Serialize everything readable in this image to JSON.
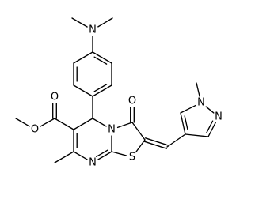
{
  "molecule": {
    "atoms": [
      {
        "id": "n_nme2",
        "element": "N",
        "label": "N"
      },
      {
        "id": "c_me_a",
        "element": "C",
        "label": ""
      },
      {
        "id": "c_me_b",
        "element": "C",
        "label": ""
      },
      {
        "id": "c_ar1",
        "element": "C",
        "label": ""
      },
      {
        "id": "c_ar2",
        "element": "C",
        "label": ""
      },
      {
        "id": "c_ar3",
        "element": "C",
        "label": ""
      },
      {
        "id": "c_ar4",
        "element": "C",
        "label": ""
      },
      {
        "id": "c_ar5",
        "element": "C",
        "label": ""
      },
      {
        "id": "c_ar6",
        "element": "C",
        "label": ""
      },
      {
        "id": "c5",
        "element": "C",
        "label": ""
      },
      {
        "id": "c6",
        "element": "C",
        "label": ""
      },
      {
        "id": "c_ester",
        "element": "C",
        "label": ""
      },
      {
        "id": "o_carbonyl_ester",
        "element": "O",
        "label": "O"
      },
      {
        "id": "o_ether",
        "element": "O",
        "label": "O"
      },
      {
        "id": "c_ome",
        "element": "C",
        "label": ""
      },
      {
        "id": "c7",
        "element": "C",
        "label": ""
      },
      {
        "id": "c_me7",
        "element": "C",
        "label": ""
      },
      {
        "id": "n8",
        "element": "N",
        "label": "N"
      },
      {
        "id": "c8a",
        "element": "C",
        "label": ""
      },
      {
        "id": "n4",
        "element": "N",
        "label": "N"
      },
      {
        "id": "c3",
        "element": "C",
        "label": ""
      },
      {
        "id": "o3",
        "element": "O",
        "label": "O"
      },
      {
        "id": "c2",
        "element": "C",
        "label": ""
      },
      {
        "id": "s1",
        "element": "S",
        "label": "S"
      },
      {
        "id": "c_exo",
        "element": "C",
        "label": ""
      },
      {
        "id": "c_pz4",
        "element": "C",
        "label": ""
      },
      {
        "id": "c_pz5",
        "element": "C",
        "label": ""
      },
      {
        "id": "n_pz1",
        "element": "N",
        "label": "N"
      },
      {
        "id": "c_nme",
        "element": "C",
        "label": ""
      },
      {
        "id": "n_pz2",
        "element": "N",
        "label": "N"
      },
      {
        "id": "c_pz3",
        "element": "C",
        "label": ""
      }
    ],
    "bonds": [
      {
        "a": "c_me_a",
        "b": "n_nme2",
        "order": 1
      },
      {
        "a": "n_nme2",
        "b": "c_me_b",
        "order": 1
      },
      {
        "a": "n_nme2",
        "b": "c_ar1",
        "order": 1
      },
      {
        "a": "c_ar1",
        "b": "c_ar2",
        "order": 1
      },
      {
        "a": "c_ar2",
        "b": "c_ar3",
        "order": 2
      },
      {
        "a": "c_ar3",
        "b": "c_ar4",
        "order": 1
      },
      {
        "a": "c_ar4",
        "b": "c_ar5",
        "order": 2
      },
      {
        "a": "c_ar5",
        "b": "c_ar6",
        "order": 1
      },
      {
        "a": "c_ar6",
        "b": "c_ar1",
        "order": 2
      },
      {
        "a": "c_ar4",
        "b": "c5",
        "order": 1
      },
      {
        "a": "c5",
        "b": "c6",
        "order": 1
      },
      {
        "a": "c5",
        "b": "n4",
        "order": 1
      },
      {
        "a": "c6",
        "b": "c_ester",
        "order": 1
      },
      {
        "a": "c_ester",
        "b": "o_carbonyl_ester",
        "order": 2
      },
      {
        "a": "c_ester",
        "b": "o_ether",
        "order": 1
      },
      {
        "a": "o_ether",
        "b": "c_ome",
        "order": 1
      },
      {
        "a": "c6",
        "b": "c7",
        "order": 2
      },
      {
        "a": "c7",
        "b": "c_me7",
        "order": 1
      },
      {
        "a": "c7",
        "b": "n8",
        "order": 1
      },
      {
        "a": "n8",
        "b": "c8a",
        "order": 2
      },
      {
        "a": "c8a",
        "b": "n4",
        "order": 1
      },
      {
        "a": "c8a",
        "b": "s1",
        "order": 1
      },
      {
        "a": "n4",
        "b": "c3",
        "order": 1
      },
      {
        "a": "c3",
        "b": "o3",
        "order": 2
      },
      {
        "a": "c3",
        "b": "c2",
        "order": 1
      },
      {
        "a": "c2",
        "b": "s1",
        "order": 1
      },
      {
        "a": "c2",
        "b": "c_exo",
        "order": 2
      },
      {
        "a": "c_exo",
        "b": "c_pz4",
        "order": 1
      },
      {
        "a": "c_pz4",
        "b": "c_pz5",
        "order": 2
      },
      {
        "a": "c_pz5",
        "b": "n_pz1",
        "order": 1
      },
      {
        "a": "n_pz1",
        "b": "c_nme",
        "order": 1
      },
      {
        "a": "n_pz1",
        "b": "n_pz2",
        "order": 1
      },
      {
        "a": "n_pz2",
        "b": "c_pz3",
        "order": 2
      },
      {
        "a": "c_pz3",
        "b": "c_pz4",
        "order": 1
      }
    ]
  }
}
